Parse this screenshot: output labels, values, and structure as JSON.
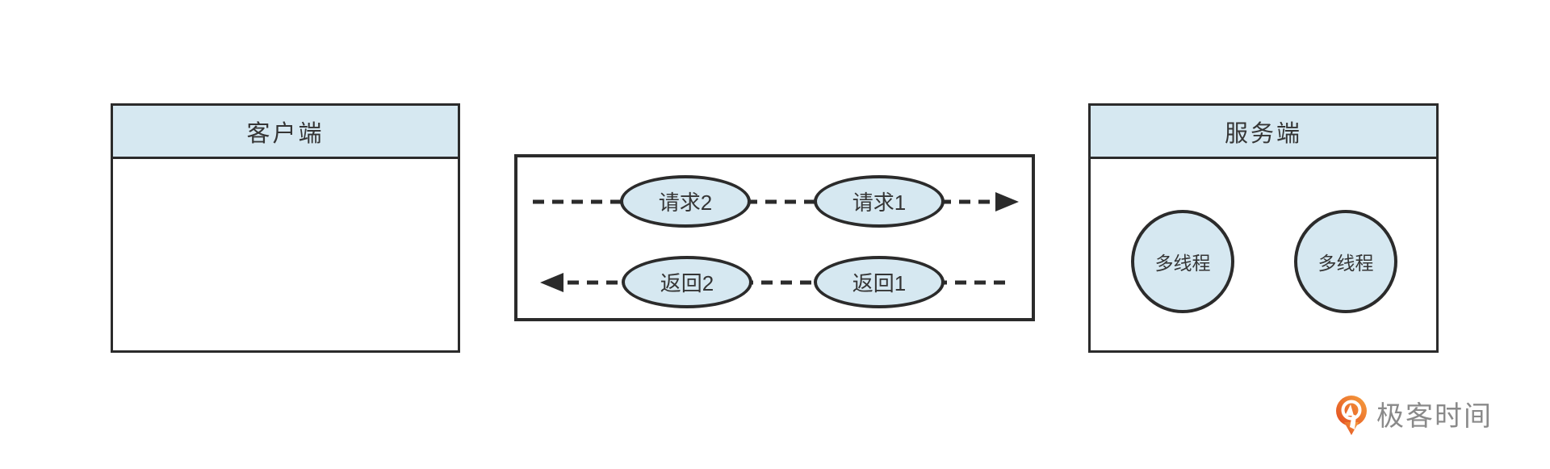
{
  "diagram": {
    "client": {
      "title": "客户端"
    },
    "server": {
      "title": "服务端",
      "threads": [
        {
          "label": "多线程"
        },
        {
          "label": "多线程"
        }
      ]
    },
    "channel": {
      "requests": [
        {
          "label": "请求2"
        },
        {
          "label": "请求1"
        }
      ],
      "responses": [
        {
          "label": "返回2"
        },
        {
          "label": "返回1"
        }
      ],
      "request_direction": "right",
      "response_direction": "left"
    }
  },
  "branding": {
    "logo_text": "极客时间"
  },
  "colors": {
    "node_fill": "#d6e8f1",
    "node_stroke": "#2b2b2b",
    "logo_orange_light": "#f6a13f",
    "logo_orange_dark": "#e2491f",
    "logo_text_gray": "#8a8a8a"
  }
}
